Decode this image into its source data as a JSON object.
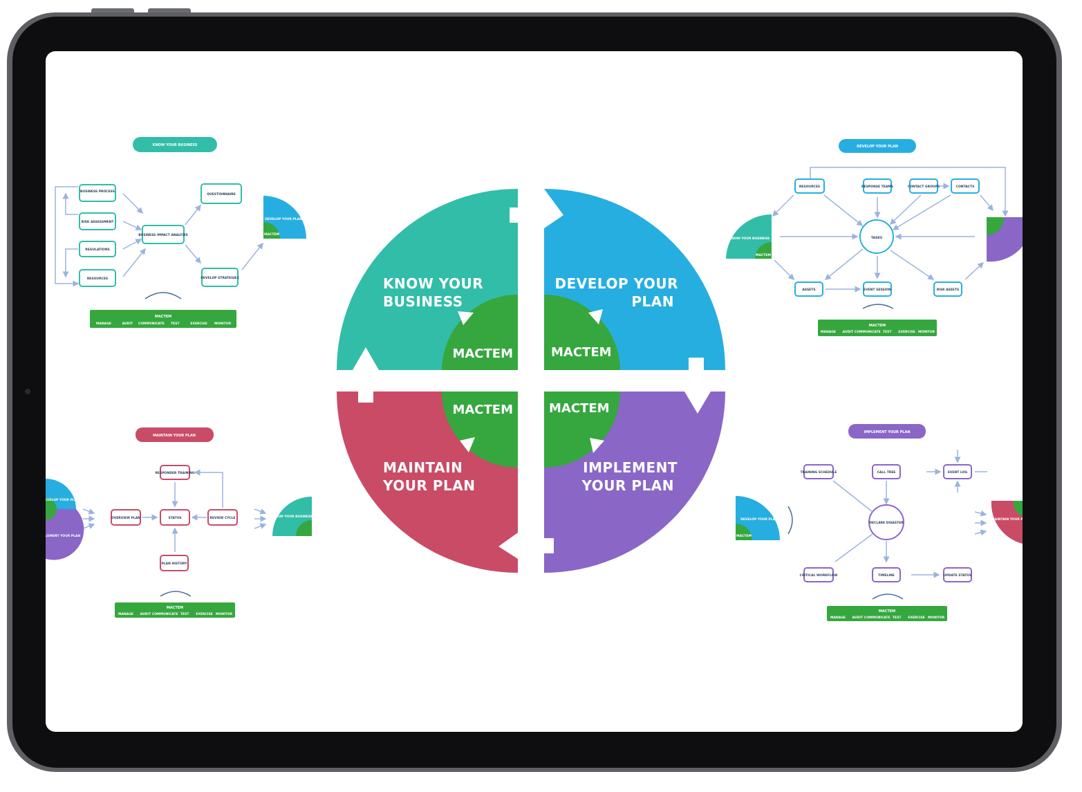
{
  "center": {
    "quadrants": [
      {
        "id": "know",
        "label_lines": [
          "KNOW YOUR",
          "BUSINESS"
        ],
        "hub": "MACTEM",
        "color": "#32bda8"
      },
      {
        "id": "develop",
        "label_lines": [
          "DEVELOP YOUR",
          "PLAN"
        ],
        "hub": "MACTEM",
        "color": "#27aee0"
      },
      {
        "id": "maintain",
        "label_lines": [
          "MAINTAIN",
          "YOUR PLAN"
        ],
        "hub": "MACTEM",
        "color": "#c94b66"
      },
      {
        "id": "implement",
        "label_lines": [
          "IMPLEMENT",
          "YOUR PLAN"
        ],
        "hub": "MACTEM",
        "color": "#8a66c7"
      }
    ],
    "hub_color": "#35a73e"
  },
  "panels": {
    "know": {
      "pill": "KNOW YOUR BUSINESS",
      "nodes": [
        "BUSINESS PROCESS",
        "RISK ASSESSMENT",
        "REGULATIONS",
        "RESOURCES",
        "BUSINESS IMPACT ANALYSIS",
        "QUESTIONNAIRE",
        "DEVELOP STRATEGIES"
      ],
      "mini_quadrant": "DEVELOP YOUR PLAN",
      "mini_hub": "MACTEM",
      "footer_title": "MACTEM",
      "footer_items": [
        "MANAGE",
        "AUDIT",
        "COMMUNICATE",
        "TEST",
        "EXERCISE",
        "MONITOR"
      ]
    },
    "develop": {
      "pill": "DEVELOP YOUR PLAN",
      "nodes": [
        "RESOURCES",
        "RESPONSE TEAMS",
        "CONTACT GROUPS",
        "CONTACTS",
        "TASKS",
        "ASSETS",
        "EVENT SESSION",
        "RISK ASSETS"
      ],
      "left_quadrant": "KNOW YOUR BUSINESS",
      "left_hub": "MACTEM",
      "footer_title": "MACTEM",
      "footer_items": [
        "MANAGE",
        "AUDIT",
        "COMMUNICATE",
        "TEST",
        "EXERCISE",
        "MONITOR"
      ]
    },
    "maintain": {
      "pill": "MAINTAIN YOUR PLAN",
      "nodes": [
        "RESPONDER TRAINING",
        "OVERVIEW PLAN",
        "STATUS",
        "REVIEW CYCLE",
        "PLAN HISTORY"
      ],
      "left_quadrant_top": "DEVELOP YOUR PLAN",
      "left_quadrant_bottom": "IMPLEMENT YOUR PLAN",
      "right_quadrant": "KNOW YOUR BUSINESS",
      "footer_title": "MACTEM",
      "footer_items": [
        "MANAGE",
        "AUDIT",
        "COMMUNICATE",
        "TEST",
        "EXERCISE",
        "MONITOR"
      ]
    },
    "implement": {
      "pill": "IMPLEMENT YOUR PLAN",
      "nodes": [
        "TRAINING SCHEDULE",
        "CALL TREE",
        "EVENT LOG",
        "DECLARE DISASTER",
        "CRITICAL WORKFLOW",
        "TIMELINE",
        "UPDATE STATUS"
      ],
      "left_quadrant": "DEVELOP YOUR PLAN",
      "left_hub": "MACTEM",
      "right_quadrant": "MAINTAIN YOUR PLAN",
      "footer_title": "MACTEM",
      "footer_items": [
        "MANAGE",
        "AUDIT",
        "COMMUNICATE",
        "TEST",
        "EXERCISE",
        "MONITOR"
      ]
    }
  },
  "colors": {
    "teal": "#32bda8",
    "blue": "#27aee0",
    "red": "#c94b66",
    "purple": "#8a66c7",
    "green": "#35a73e",
    "bezel": "#0e0e10",
    "frame": "#5d5f62",
    "screen": "#ffffff",
    "arrow": "#9bb3e0"
  }
}
